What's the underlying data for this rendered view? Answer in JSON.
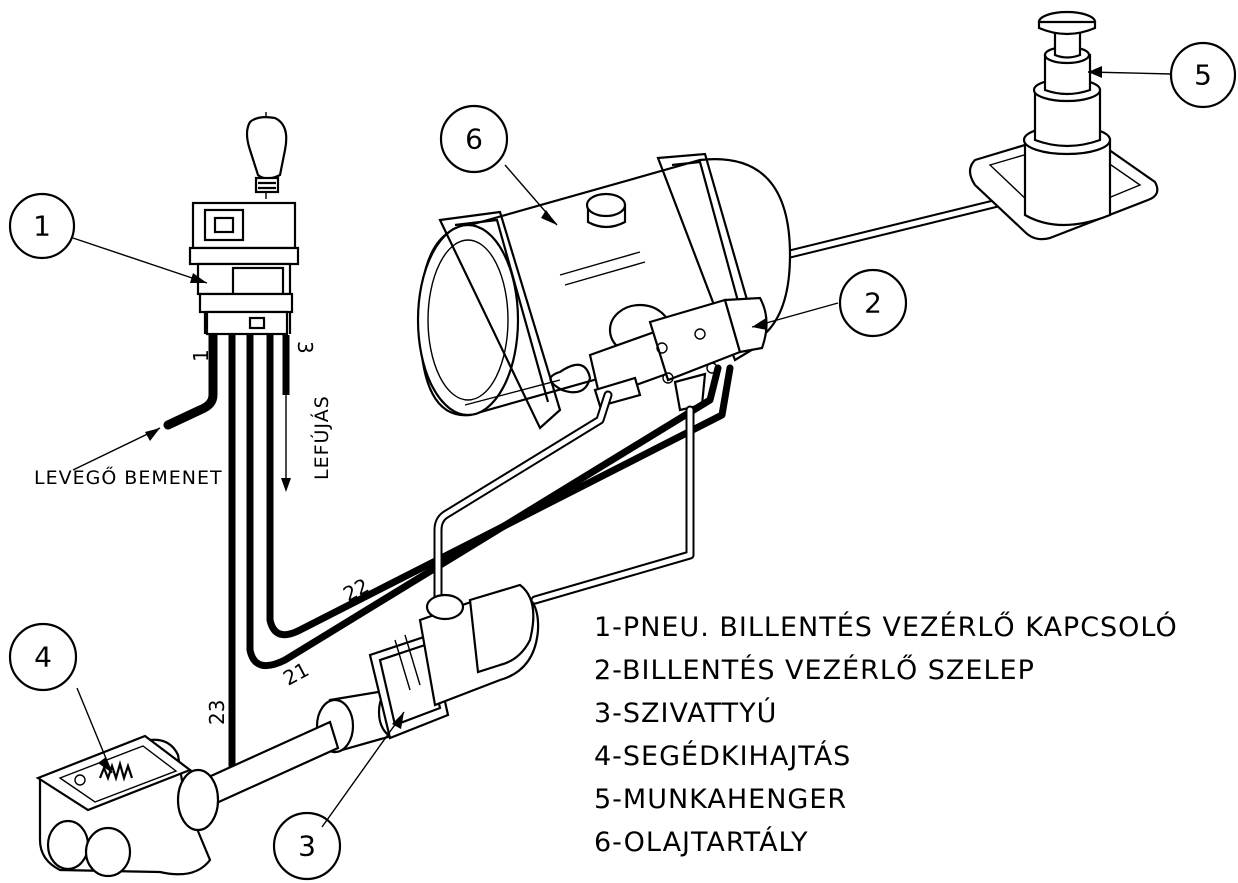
{
  "callouts": [
    "1",
    "2",
    "3",
    "4",
    "5",
    "6"
  ],
  "pipes": {
    "p21": "21",
    "p22": "22",
    "p23": "23"
  },
  "port_labels": {
    "port1": "1",
    "port3": "3"
  },
  "labels": {
    "air_inlet": "LEVEGŐ BEMENET",
    "exhaust": "LEFÚJÁS"
  },
  "legend": [
    "1-PNEU. BILLENTÉS VEZÉRLŐ KAPCSOLÓ",
    "2-BILLENTÉS VEZÉRLŐ SZELEP",
    "3-SZIVATTYÚ",
    "4-SEGÉDKIHAJTÁS",
    "5-MUNKAHENGER",
    "6-OLAJTARTÁLY"
  ]
}
